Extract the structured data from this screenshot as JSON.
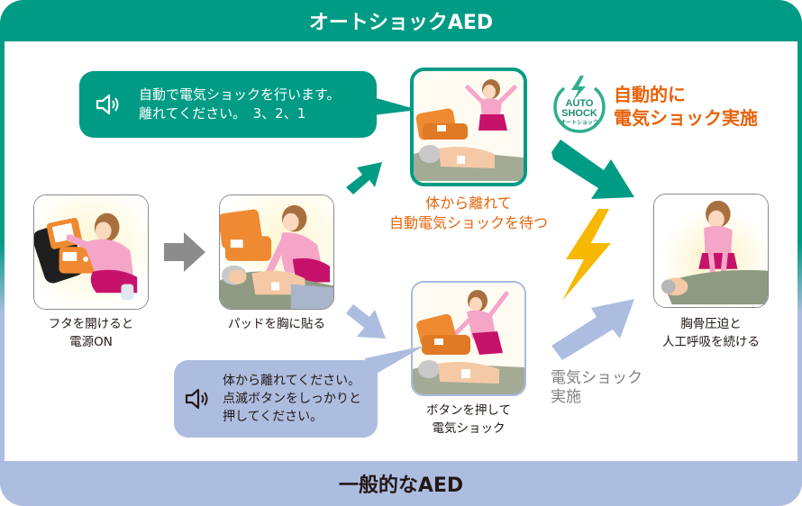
{
  "header": {
    "title": "オートショックAED"
  },
  "footer": {
    "title": "一般的なAED"
  },
  "colors": {
    "auto_green": "#009b84",
    "standard_blue": "#adbde0",
    "orange_text": "#e8630a",
    "gray_arrow": "#8c8c8c",
    "lightning_yellow": "#f6b800",
    "gray_text": "#828282"
  },
  "steps": [
    {
      "id": "open",
      "caption": "フタを開けると\n電源ON",
      "icon": "woman-opening-aed-illustration"
    },
    {
      "id": "pads",
      "caption": "パッドを胸に貼る",
      "icon": "woman-attaching-pads-illustration"
    },
    {
      "id": "auto_wait",
      "caption": "体から離れて\n自動電気ショックを待つ",
      "icon": "woman-stepping-away-illustration"
    },
    {
      "id": "manual_press",
      "caption": "ボタンを押して\n電気ショック",
      "icon": "woman-pressing-button-illustration"
    },
    {
      "id": "cpr",
      "caption": "胸骨圧迫と\n人工呼吸を続ける",
      "icon": "woman-performing-cpr-illustration"
    }
  ],
  "bubbles": {
    "auto": {
      "icon": "speaker-icon",
      "text": "自動で電気ショックを行います。\n離れてください。　3、2、1"
    },
    "manual": {
      "icon": "speaker-icon",
      "text": "体から離れてください。\n点滅ボタンをしっかりと\n押してください。"
    }
  },
  "badge": {
    "line1": "AUTO",
    "line2": "SHOCK",
    "line3": "オートショック",
    "icon": "lightning-bolt-icon"
  },
  "labels": {
    "auto_shock": "自動的に\n電気ショック実施",
    "manual_shock": "電気ショック\n実施"
  }
}
